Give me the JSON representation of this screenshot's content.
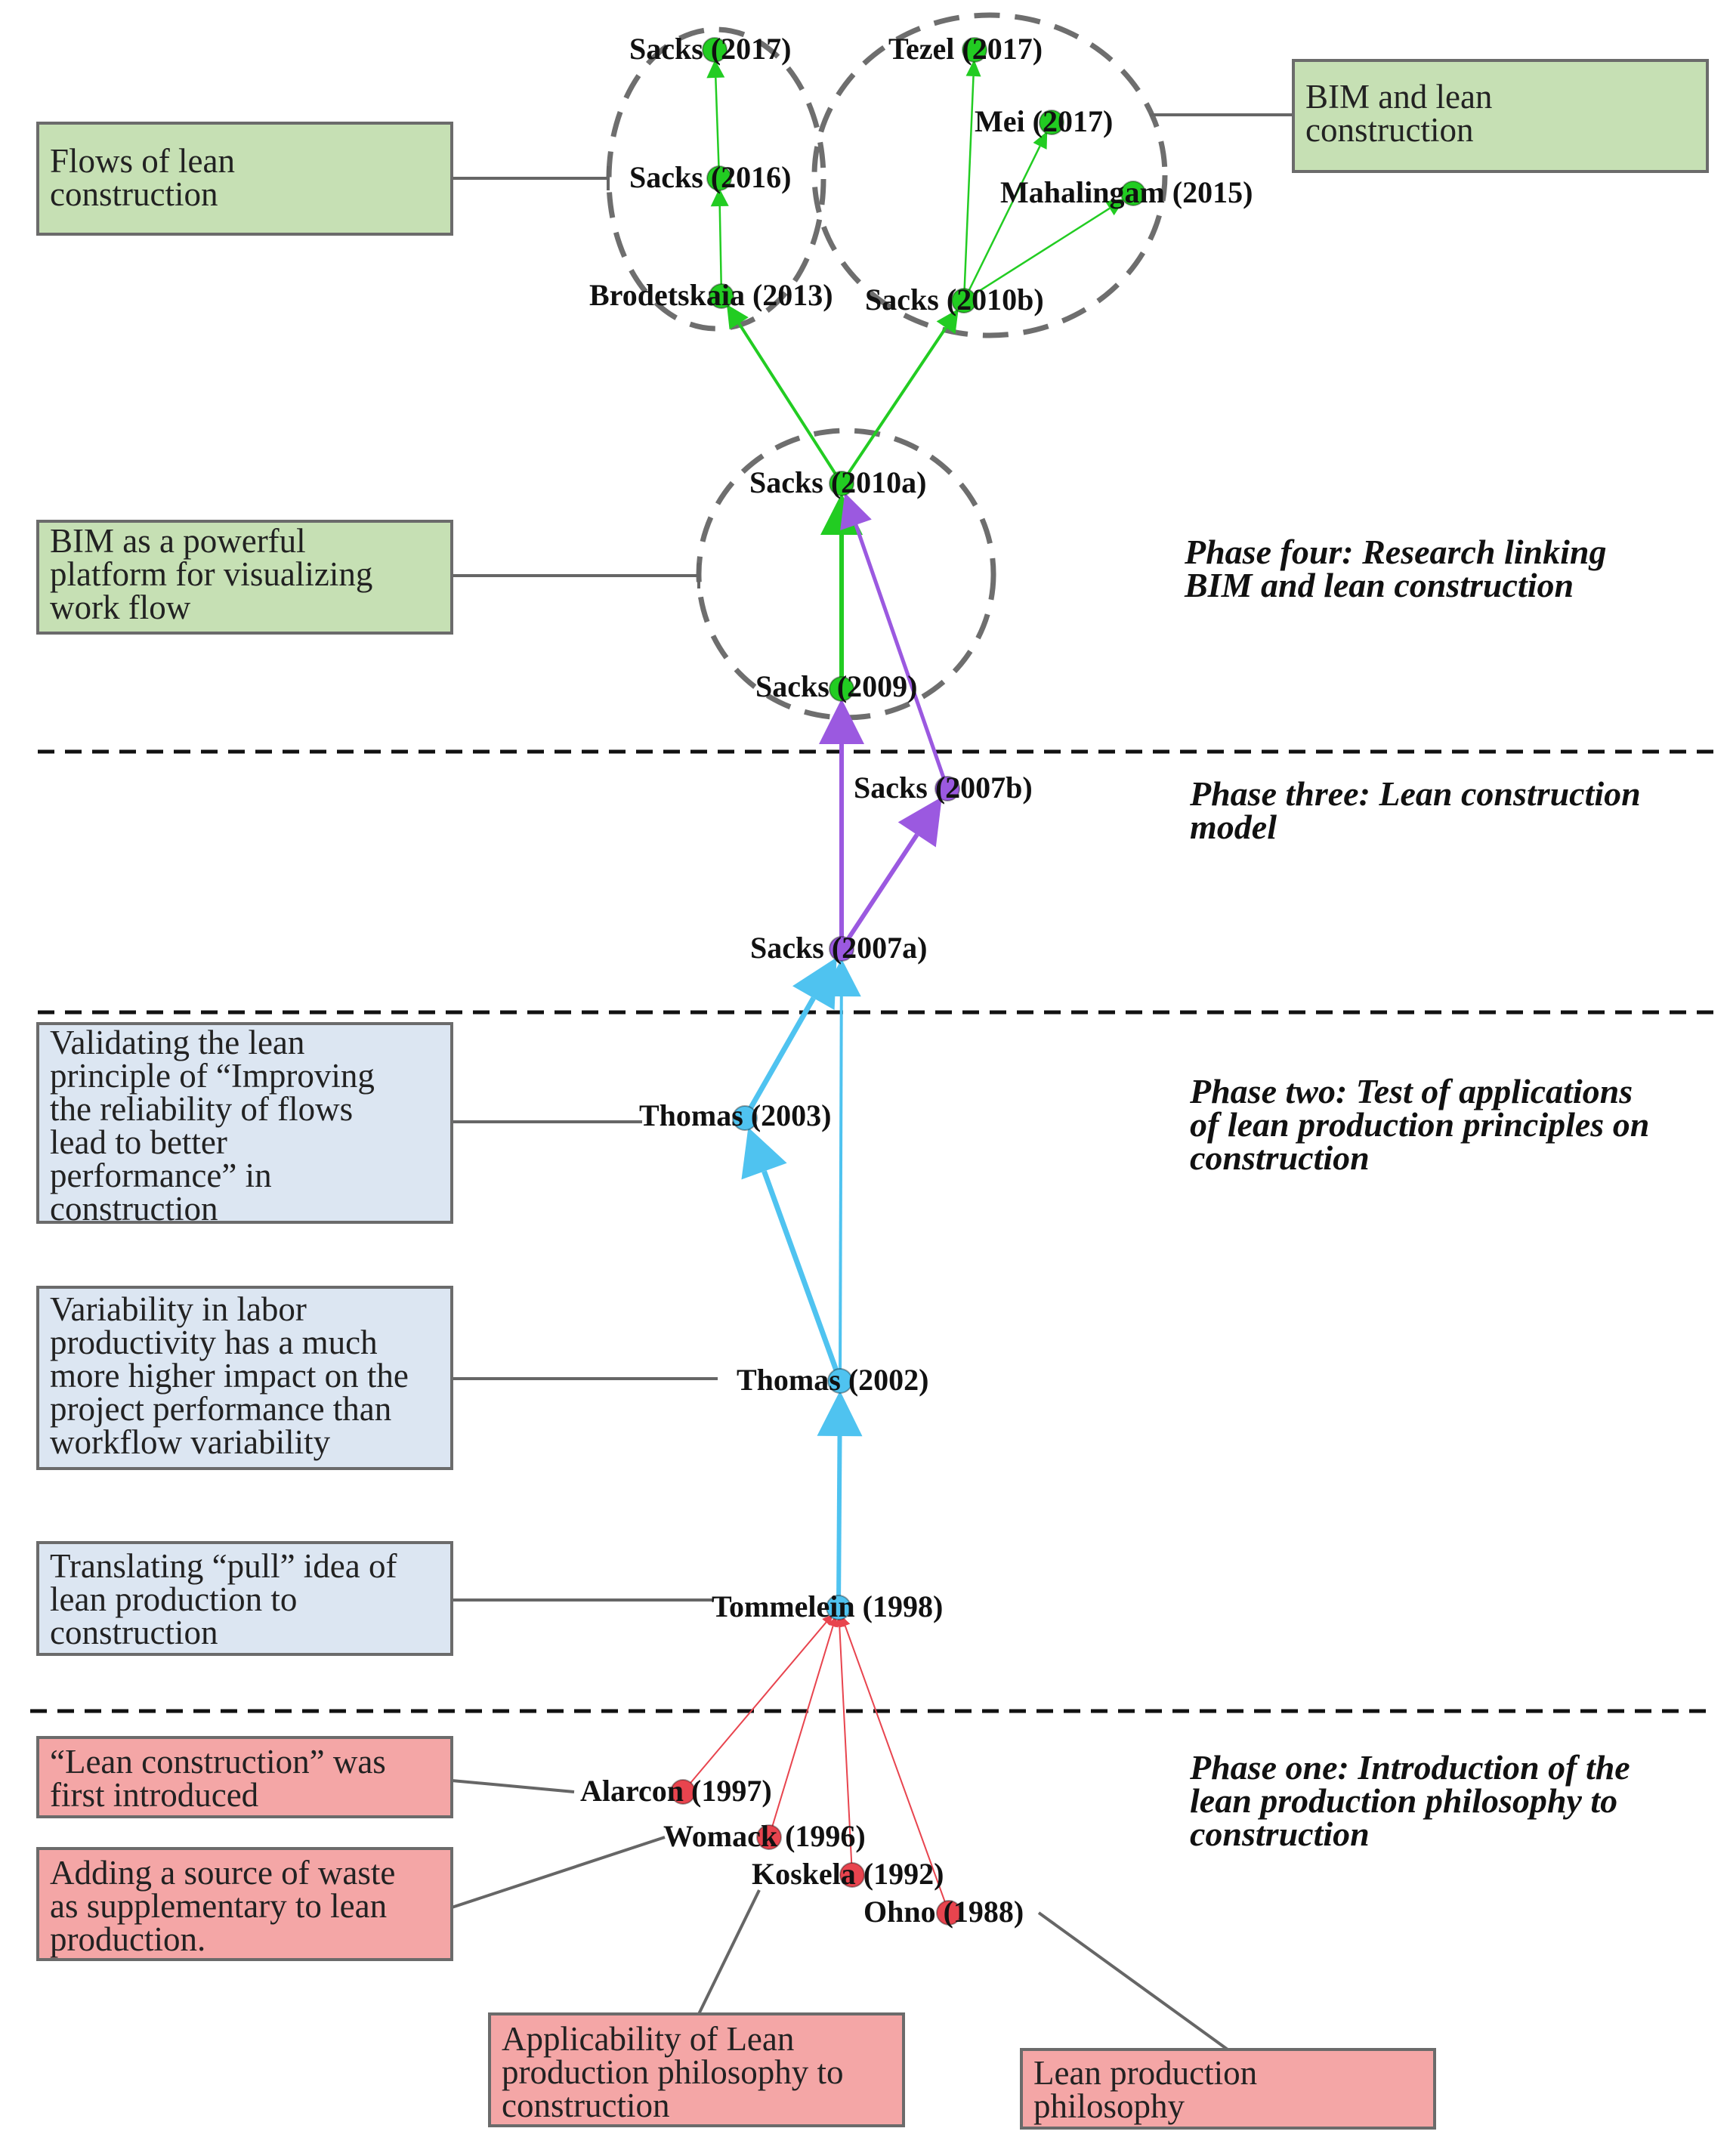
{
  "phases": [
    {
      "id": "four",
      "lines": [
        "Phase four: Research linking",
        "BIM and lean construction"
      ]
    },
    {
      "id": "three",
      "lines": [
        "Phase three: Lean construction",
        "model"
      ]
    },
    {
      "id": "two",
      "lines": [
        "Phase two: Test of applications",
        "of lean production principles on",
        "construction"
      ]
    },
    {
      "id": "one",
      "lines": [
        "Phase one: Introduction of the",
        "lean production philosophy to",
        "construction"
      ]
    }
  ],
  "nodes": [
    {
      "id": "sacks2017",
      "label": "Sacks (2017)",
      "color": "#22cc22"
    },
    {
      "id": "sacks2016",
      "label": "Sacks (2016)",
      "color": "#22cc22"
    },
    {
      "id": "brodetskaia2013",
      "label": "Brodetskaia (2013)",
      "color": "#22cc22"
    },
    {
      "id": "tezel2017",
      "label": "Tezel (2017)",
      "color": "#22cc22"
    },
    {
      "id": "mei2017",
      "label": "Mei (2017)",
      "color": "#22cc22"
    },
    {
      "id": "mahalingam2015",
      "label": "Mahalingam (2015)",
      "color": "#22cc22"
    },
    {
      "id": "sacks2010b",
      "label": "Sacks (2010b)",
      "color": "#22cc22"
    },
    {
      "id": "sacks2010a",
      "label": "Sacks (2010a)",
      "color": "#22cc22"
    },
    {
      "id": "sacks2009",
      "label": "Sacks (2009)",
      "color": "#22cc22"
    },
    {
      "id": "sacks2007b",
      "label": "Sacks (2007b)",
      "color": "#9b59e0"
    },
    {
      "id": "sacks2007a",
      "label": "Sacks (2007a)",
      "color": "#9b59e0"
    },
    {
      "id": "thomas2003",
      "label": "Thomas (2003)",
      "color": "#4fc3f0"
    },
    {
      "id": "thomas2002",
      "label": "Thomas (2002)",
      "color": "#4fc3f0"
    },
    {
      "id": "tommelein1998",
      "label": "Tommelein (1998)",
      "color": "#4fc3f0"
    },
    {
      "id": "alarcon1997",
      "label": "Alarcon (1997)",
      "color": "#e8444e"
    },
    {
      "id": "womack1996",
      "label": "Womack (1996)",
      "color": "#e8444e"
    },
    {
      "id": "koskela1992",
      "label": "Koskela (1992)",
      "color": "#e8444e"
    },
    {
      "id": "ohno1988",
      "label": "Ohno (1988)",
      "color": "#e8444e"
    }
  ],
  "edges": [
    {
      "from": "sacks2016",
      "to": "sacks2017",
      "color": "#22cc22"
    },
    {
      "from": "brodetskaia2013",
      "to": "sacks2016",
      "color": "#22cc22"
    },
    {
      "from": "sacks2010b",
      "to": "tezel2017",
      "color": "#22cc22"
    },
    {
      "from": "sacks2010b",
      "to": "mei2017",
      "color": "#22cc22"
    },
    {
      "from": "sacks2010b",
      "to": "mahalingam2015",
      "color": "#22cc22"
    },
    {
      "from": "sacks2010a",
      "to": "brodetskaia2013",
      "color": "#22cc22"
    },
    {
      "from": "sacks2010a",
      "to": "sacks2010b",
      "color": "#22cc22"
    },
    {
      "from": "sacks2009",
      "to": "sacks2010a",
      "color": "#22cc22"
    },
    {
      "from": "sacks2007b",
      "to": "sacks2010a",
      "color": "#9b59e0"
    },
    {
      "from": "sacks2007a",
      "to": "sacks2009",
      "color": "#9b59e0"
    },
    {
      "from": "sacks2007a",
      "to": "sacks2007b",
      "color": "#9b59e0"
    },
    {
      "from": "thomas2003",
      "to": "sacks2007a",
      "color": "#4fc3f0"
    },
    {
      "from": "thomas2002",
      "to": "sacks2007a",
      "color": "#4fc3f0"
    },
    {
      "from": "thomas2002",
      "to": "thomas2003",
      "color": "#4fc3f0"
    },
    {
      "from": "tommelein1998",
      "to": "thomas2002",
      "color": "#4fc3f0"
    },
    {
      "from": "alarcon1997",
      "to": "tommelein1998",
      "color": "#e8444e"
    },
    {
      "from": "womack1996",
      "to": "tommelein1998",
      "color": "#e8444e"
    },
    {
      "from": "koskela1992",
      "to": "tommelein1998",
      "color": "#e8444e"
    },
    {
      "from": "ohno1988",
      "to": "tommelein1998",
      "color": "#e8444e"
    }
  ],
  "annotations": [
    {
      "id": "flows",
      "theme": "green",
      "lines": [
        "Flows of lean",
        "construction"
      ]
    },
    {
      "id": "bim-lean",
      "theme": "green",
      "lines": [
        "BIM and lean",
        "construction"
      ]
    },
    {
      "id": "bim-platform",
      "theme": "green",
      "lines": [
        "BIM as a powerful",
        "platform for visualizing",
        "work flow"
      ]
    },
    {
      "id": "validating",
      "theme": "blue",
      "lines": [
        "Validating the lean",
        "principle of “Improving",
        "the reliability of flows",
        "lead to better",
        "performance” in",
        "construction"
      ]
    },
    {
      "id": "variability",
      "theme": "blue",
      "lines": [
        "Variability in labor",
        "productivity has a much",
        "more higher impact on the",
        "project performance than",
        "workflow variability"
      ]
    },
    {
      "id": "pull",
      "theme": "blue",
      "lines": [
        "Translating “pull” idea of",
        "lean production to",
        "construction"
      ]
    },
    {
      "id": "introduced",
      "theme": "red",
      "lines": [
        "“Lean construction” was",
        "first introduced"
      ]
    },
    {
      "id": "waste",
      "theme": "red",
      "lines": [
        "Adding a source of waste",
        "as supplementary to lean",
        "production."
      ]
    },
    {
      "id": "applicability",
      "theme": "red",
      "lines": [
        "Applicability of Lean",
        "production philosophy to",
        "construction"
      ]
    },
    {
      "id": "lean-philosophy",
      "theme": "red",
      "lines": [
        "Lean production",
        "philosophy"
      ]
    }
  ]
}
